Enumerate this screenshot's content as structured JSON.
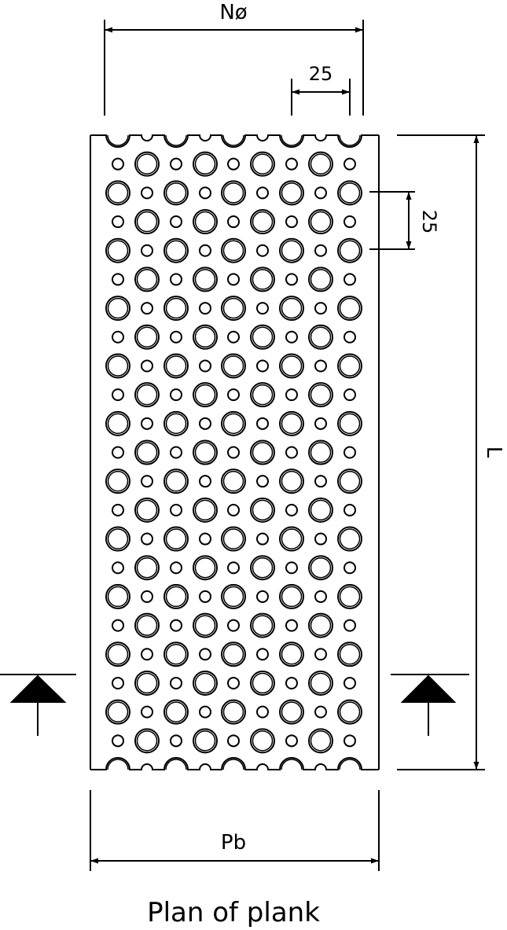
{
  "drawing": {
    "caption": "Plan of plank",
    "dim_width_holes": "Nø",
    "dim_hole_pitch_horizontal": "25",
    "dim_hole_pitch_vertical": "25",
    "dim_length": "L",
    "dim_plank_width": "Pb"
  }
}
